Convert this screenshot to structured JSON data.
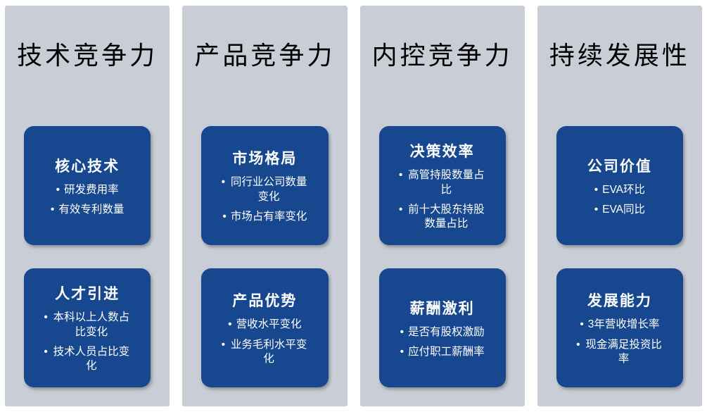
{
  "diagram": {
    "bullet_char": "•",
    "colors": {
      "column_bg": "#c9ced6",
      "card_bg": "#17478f",
      "card_text": "#ffffff",
      "title_text": "#000000"
    },
    "columns": [
      {
        "title": "技术竞争力",
        "cards": [
          {
            "title": "核心技术",
            "items": [
              "研发费用率",
              "有效专利数量"
            ]
          },
          {
            "title": "人才引进",
            "items": [
              "本科以上人数占比变化",
              "技术人员占比变化"
            ]
          }
        ]
      },
      {
        "title": "产品竞争力",
        "cards": [
          {
            "title": "市场格局",
            "items": [
              "同行业公司数量变化",
              "市场占有率变化"
            ]
          },
          {
            "title": "产品优势",
            "items": [
              "营收水平变化",
              "业务毛利水平变化"
            ]
          }
        ]
      },
      {
        "title": "内控竞争力",
        "cards": [
          {
            "title": "决策效率",
            "items": [
              "高管持股数量占比",
              "前十大股东持股数量占比"
            ]
          },
          {
            "title": "薪酬激利",
            "items": [
              "是否有股权激励",
              "应付职工薪酬率"
            ]
          }
        ]
      },
      {
        "title": "持续发展性",
        "cards": [
          {
            "title": "公司价值",
            "items": [
              "EVA环比",
              "EVA同比"
            ]
          },
          {
            "title": "发展能力",
            "items": [
              "3年营收增长率",
              "现金满足投资比率"
            ]
          }
        ]
      }
    ]
  }
}
